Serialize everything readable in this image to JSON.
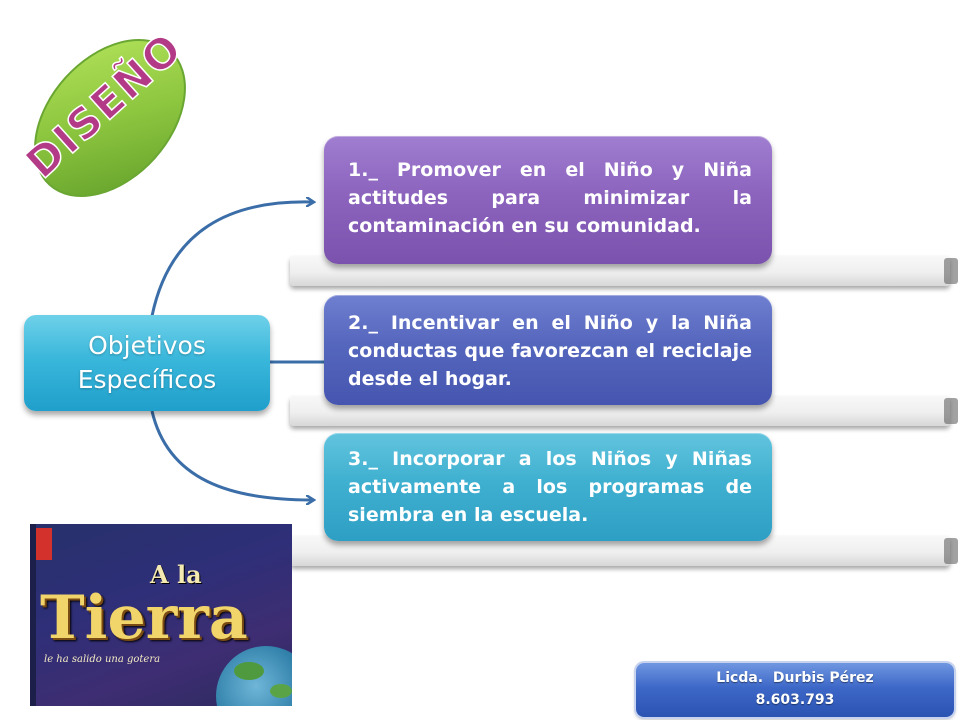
{
  "badge": {
    "title": "DISEÑO"
  },
  "center": {
    "label": "Objetivos Específicos"
  },
  "objectives": [
    {
      "text": "1._ Promover en el Niño y Niña actitudes para minimizar la contaminación en su comunidad."
    },
    {
      "text": "2._ Incentivar en el Niño y la Niña conductas que favorezcan el reciclaje desde el hogar."
    },
    {
      "text": "3._ Incorporar a los Niños y Niñas activamente a los programas de siembra en la escuela."
    }
  ],
  "book": {
    "title_small": "A la",
    "title_big": "Tierra",
    "subtitle": "le ha salido una gotera"
  },
  "footer": {
    "name": "Licda.  Durbis Pérez",
    "id": "8.603.793"
  },
  "colors": {
    "badge_green": "#8dc63f",
    "badge_text": "#b33a86",
    "objective_1": "#8c64be",
    "objective_2": "#5566bd",
    "objective_3": "#3fb0d0",
    "center_box": "#3ab7db",
    "arrow": "#3b6ea8",
    "footer": "#3e68c8"
  }
}
